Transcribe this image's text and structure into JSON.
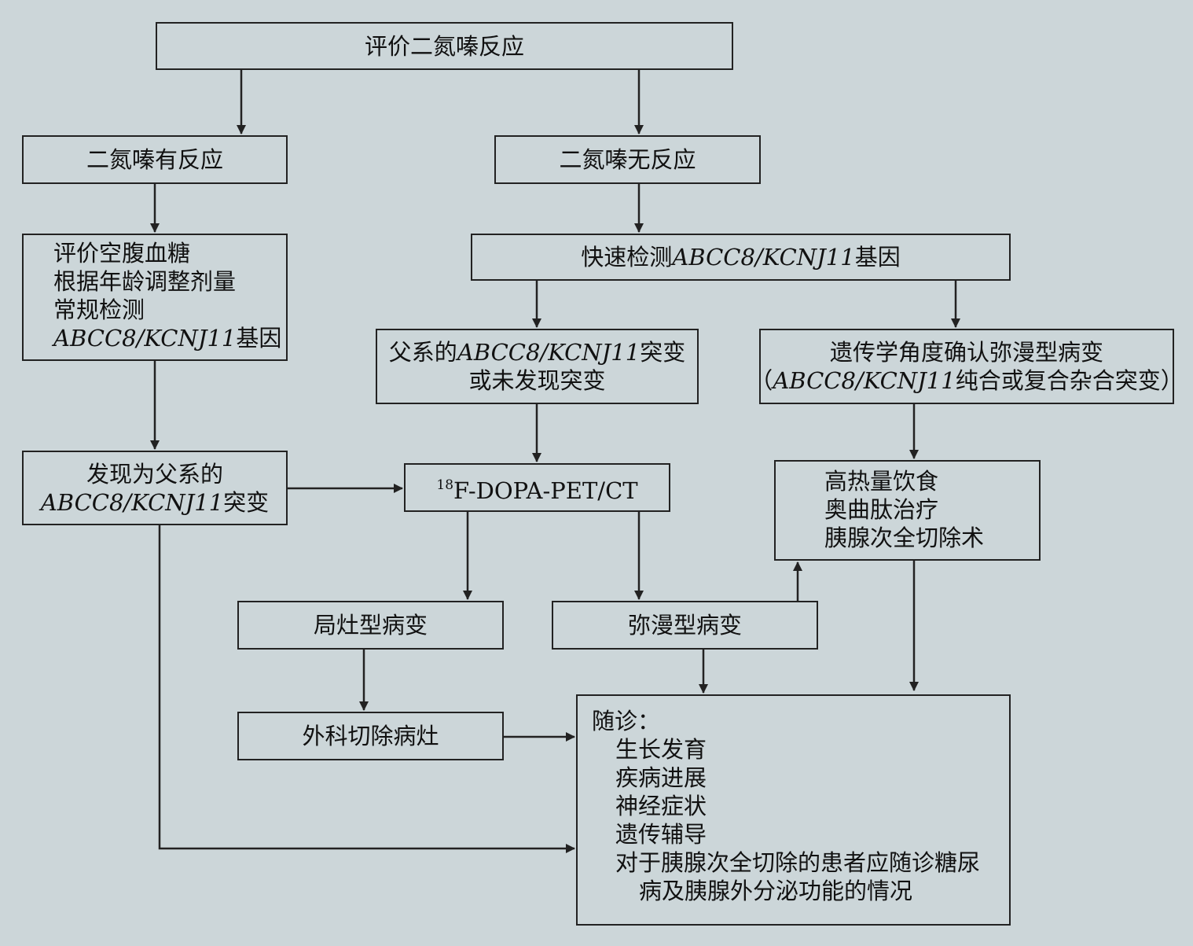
{
  "nodes": {
    "evaluate": "评价二氮嗪反应",
    "responsive": "二氮嗪有反应",
    "responsive_steps": {
      "l1": "评价空腹血糖",
      "l2": "根据年龄调整剂量",
      "l3": "常规检测",
      "l4_gene": "ABCC8/KCNJ11",
      "l4_suffix": "基因"
    },
    "paternal_found": {
      "l1": "发现为父系的",
      "l2_gene": "ABCC8/KCNJ11",
      "l2_suffix": "突变"
    },
    "unresponsive": "二氮嗪无反应",
    "rapid_test": {
      "prefix": "快速检测",
      "gene": "ABCC8/KCNJ11",
      "suffix": "基因"
    },
    "paternal_or_none": {
      "l1_prefix": "父系的",
      "l1_gene": "ABCC8/KCNJ11",
      "l1_suffix": "突变",
      "l2": "或未发现突变"
    },
    "genetic_diffuse": {
      "l1": "遗传学角度确认弥漫型病变",
      "l2_open": "（",
      "l2_gene": "ABCC8/KCNJ11",
      "l2_suffix": "纯合或复合杂合突变）"
    },
    "pet": {
      "sup": "18",
      "text": "F-DOPA-PET/CT"
    },
    "diffuse_treatment": {
      "l1": "高热量饮食",
      "l2": "奥曲肽治疗",
      "l3": "胰腺次全切除术"
    },
    "focal": "局灶型病变",
    "diffuse": "弥漫型病变",
    "surgery": "外科切除病灶",
    "followup": {
      "title": "随诊：",
      "items": [
        "生长发育",
        "疾病进展",
        "神经症状",
        "遗传辅导",
        "对于胰腺次全切除的患者应随诊糖尿"
      ],
      "cont": "病及胰腺外分泌功能的情况"
    }
  }
}
